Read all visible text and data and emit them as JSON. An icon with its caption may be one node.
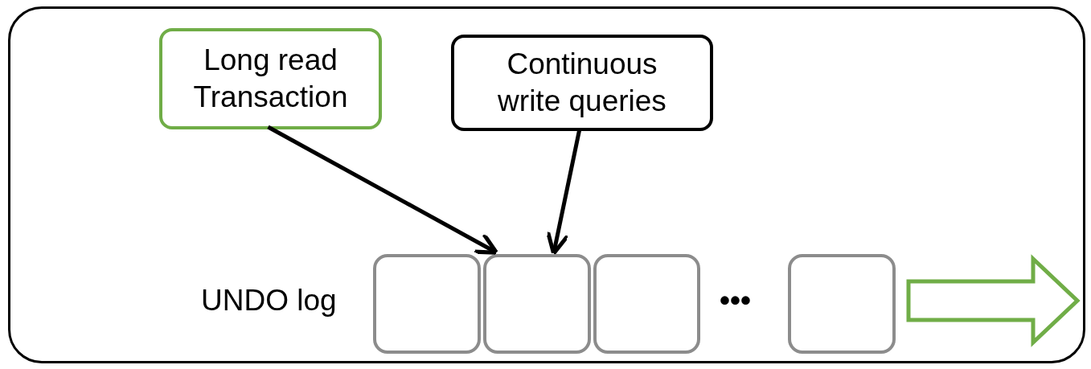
{
  "diagram": {
    "nodes": [
      {
        "text": [],
        "shape": "box"
      },
      {
        "text": [
          "Long read Transaction"
        ],
        "in": 0
      },
      {
        "text": [
          "Continuous write queries"
        ],
        "in": 0
      },
      {
        "text": [],
        "shape": "box",
        "in": 0
      },
      {
        "text": [],
        "shape": "box",
        "in": 0
      },
      {
        "text": [],
        "shape": "box",
        "in": 0
      },
      {
        "text": [],
        "shape": "box",
        "in": 0
      }
    ],
    "edges": [
      {
        "from": 1,
        "to": 4,
        "arrow": "to"
      },
      {
        "from": 2,
        "to": 4,
        "arrow": "to"
      }
    ],
    "labels": [
      "UNDO log",
      "•••"
    ]
  }
}
